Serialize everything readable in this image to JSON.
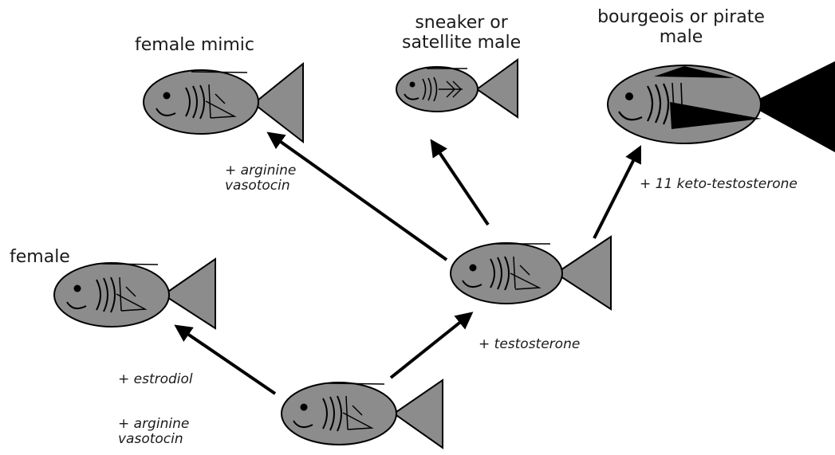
{
  "fish_labels": {
    "female_mimic": "female mimic",
    "sneaker_line1": "sneaker or",
    "sneaker_line2": "satellite male",
    "bourgeois_line1": "bourgeois or pirate",
    "bourgeois_line2": "male",
    "female": "female"
  },
  "hormone_labels": {
    "arginine_upper_line1": "+ arginine",
    "arginine_upper_line2": "vasotocin",
    "keto_testosterone": "+ 11 keto-testosterone",
    "testosterone": "+ testosterone",
    "estrodiol": "+ estrodiol",
    "arginine_lower_line1": "+ arginine",
    "arginine_lower_line2": "vasotocin"
  },
  "colors": {
    "fish_body": "#8c8c8c",
    "fish_outline": "#000000",
    "arrow": "#000000",
    "bourgeois_fins": "#000000"
  }
}
